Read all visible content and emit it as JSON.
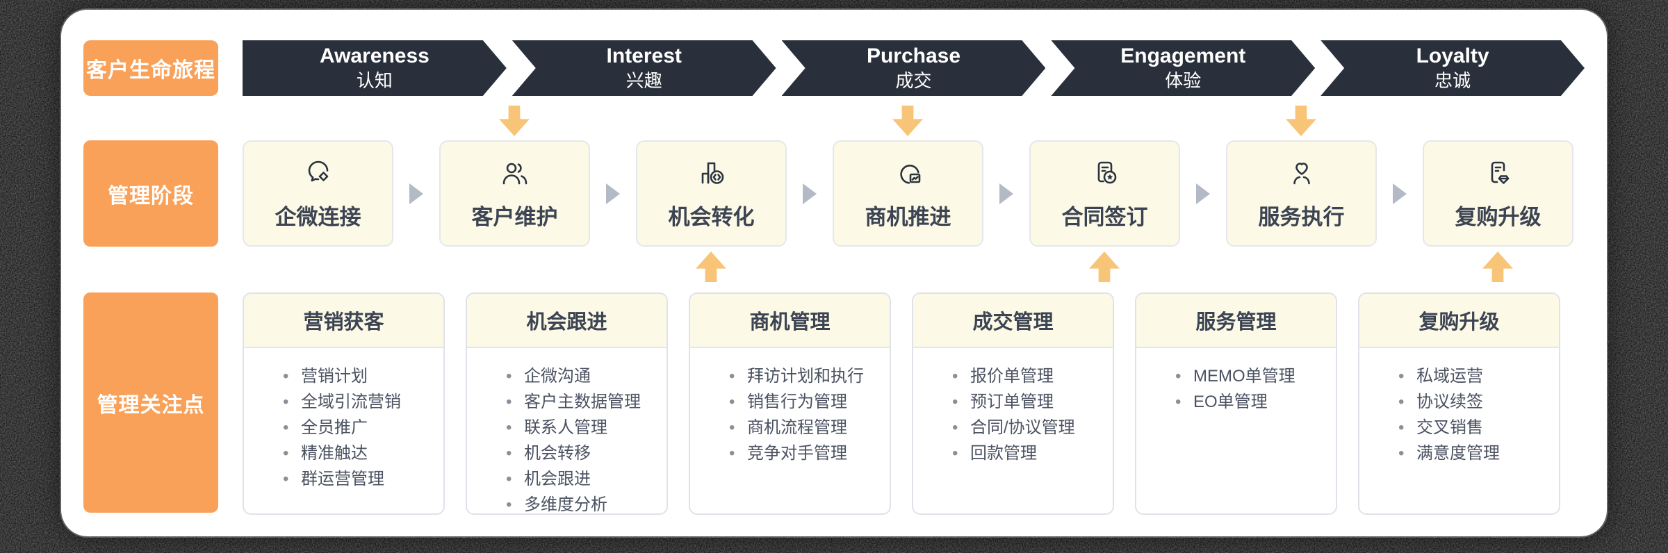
{
  "row_labels": {
    "journey": "客户生命旅程",
    "stage": "管理阶段",
    "focus": "管理关注点"
  },
  "journey_stages": [
    {
      "en": "Awareness",
      "zh": "认知"
    },
    {
      "en": "Interest",
      "zh": "兴趣"
    },
    {
      "en": "Purchase",
      "zh": "成交"
    },
    {
      "en": "Engagement",
      "zh": "体验"
    },
    {
      "en": "Loyalty",
      "zh": "忠诚"
    }
  ],
  "management_stages": [
    {
      "label": "企微连接",
      "icon": "wecom-chat-icon"
    },
    {
      "label": "客户维护",
      "icon": "customer-people-icon"
    },
    {
      "label": "机会转化",
      "icon": "chart-coin-icon"
    },
    {
      "label": "商机推进",
      "icon": "pie-trend-icon"
    },
    {
      "label": "合同签订",
      "icon": "contract-star-icon"
    },
    {
      "label": "服务执行",
      "icon": "heart-hand-icon"
    },
    {
      "label": "复购升级",
      "icon": "doc-gem-icon"
    }
  ],
  "focus_cards": [
    {
      "title": "营销获客",
      "items": [
        "营销计划",
        "全域引流营销",
        "全员推广",
        "精准触达",
        "群运营管理"
      ]
    },
    {
      "title": "机会跟进",
      "items": [
        "企微沟通",
        "客户主数据管理",
        "联系人管理",
        "机会转移",
        "机会跟进",
        "多维度分析"
      ]
    },
    {
      "title": "商机管理",
      "items": [
        "拜访计划和执行",
        "销售行为管理",
        "商机流程管理",
        "竞争对手管理"
      ]
    },
    {
      "title": "成交管理",
      "items": [
        "报价单管理",
        "预订单管理",
        "合同/协议管理",
        "回款管理"
      ]
    },
    {
      "title": "服务管理",
      "items": [
        "MEMO单管理",
        "EO单管理"
      ]
    },
    {
      "title": "复购升级",
      "items": [
        "私域运营",
        "协议续签",
        "交叉销售",
        "满意度管理"
      ]
    }
  ],
  "colors": {
    "accent_orange": "#F9A159",
    "banner_dark": "#2A303B",
    "card_cream": "#FCFAE6",
    "flow_amber": "#F8C477",
    "separator_gray": "#B3BAC5"
  }
}
